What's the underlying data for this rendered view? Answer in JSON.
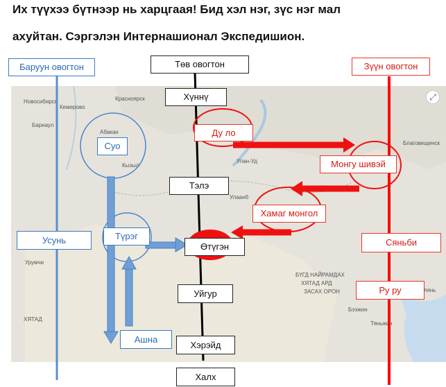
{
  "title": {
    "line1": "Их түүхээ бүтнээр нь харцгаая! Бид хэл нэг, зүс нэг мал",
    "line2": "ахуйтан. Сэргэлэн Интернашионал Экспедишион."
  },
  "columns": {
    "west": "Баруун овогтон",
    "center": "Төв овогтон",
    "east": "Зүүн овогтон"
  },
  "west_tribes": {
    "suo": "Суо",
    "usun": "Усунь",
    "turag": "Түрэг",
    "ashna": "Ашна"
  },
  "center_tribes": {
    "hunnu": "Хүннү",
    "tele": "Тэлэ",
    "otugen": "Өтүгэн",
    "uigur": "Уйгур",
    "hereid": "Хэрэйд",
    "khalkh": "Халх"
  },
  "east_tribes": {
    "dulo": "Ду ло",
    "mongol_shiwei": "Монгу шивэй",
    "khamag_mongol": "Хамаг монгол",
    "xianbei": "Сяньби",
    "rouran": "Ру ру"
  },
  "map_labels": {
    "novosibirsk": "Новосибирск",
    "krasnoyarsk": "Красноярск",
    "kemerovo": "Кемерово",
    "barnaul": "Барнаул",
    "abakan": "Абакан",
    "kyzyl": "Кызыл",
    "ulan_ude": "Улан-Уд",
    "ulaanbaatar": "Улаанб",
    "blagoveshchensk": "Благовещенск",
    "china": "ХЯТАД",
    "china_country": "БҮГД НАЙРАМДАХ",
    "china_country2": "ХЯТАД АРД",
    "china_country3": "ЗАСАХ ОРОН",
    "beijing": "Бээжин",
    "tianjin": "Тяньжин",
    "urumqi": "Урумчи",
    "dalian": "Далянь"
  },
  "colors": {
    "blue": "#6699cc",
    "red": "#ee1111",
    "black": "#000000"
  }
}
